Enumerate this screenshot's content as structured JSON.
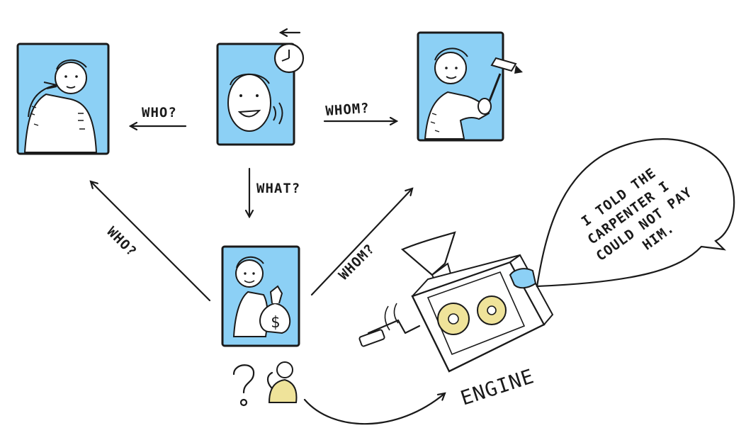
{
  "colors": {
    "panel": "#8cd0f5",
    "ink": "#1a1a1a",
    "accent": "#efe39a",
    "skin": "#ffffff"
  },
  "labels": {
    "who_top": "WHO?",
    "whom_top": "WHOM?",
    "what": "WHAT?",
    "who_diag": "WHO?",
    "whom_diag": "WHOM?",
    "engine": "ENGINE"
  },
  "speech_bubble": {
    "lines": [
      "I TOLD THE",
      "CARPENTER I",
      "COULD NOT PAY",
      "HIM."
    ]
  },
  "icons": {
    "panel_self": "person-pointing-at-self-icon",
    "panel_speaker": "speaking-face-icon",
    "clock": "clock-icon",
    "past_arrow": "left-arrow-icon",
    "panel_carpenter": "carpenter-with-hammer-icon",
    "panel_money": "person-with-money-bag-icon",
    "question": "question-mark-icon",
    "thinker": "thinking-person-icon",
    "engine": "grinder-engine-icon"
  }
}
